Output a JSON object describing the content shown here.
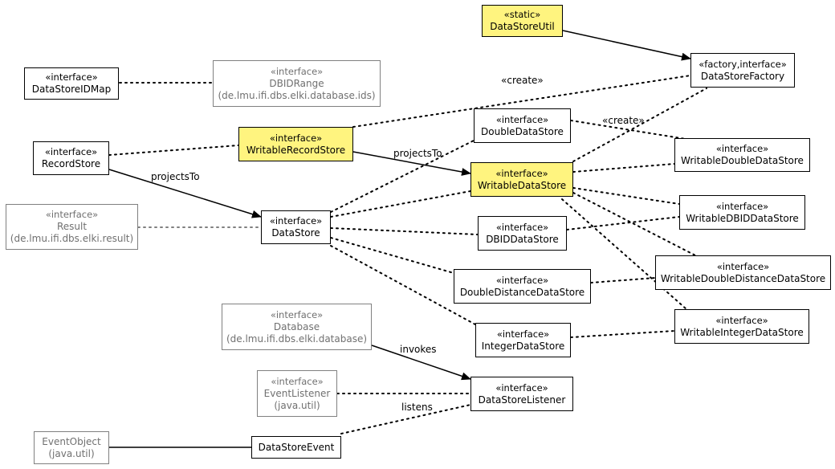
{
  "nodes": {
    "DataStoreUtil": {
      "stereo": "«static»",
      "name": "DataStoreUtil"
    },
    "DataStoreFactory": {
      "stereo": "«factory,interface»",
      "name": "DataStoreFactory"
    },
    "DataStoreIDMap": {
      "stereo": "«interface»",
      "name": "DataStoreIDMap"
    },
    "DBIDRange": {
      "stereo": "«interface»",
      "name": "DBIDRange",
      "pkg": "(de.lmu.ifi.dbs.elki.database.ids)"
    },
    "RecordStore": {
      "stereo": "«interface»",
      "name": "RecordStore"
    },
    "WritableRecordStore": {
      "stereo": "«interface»",
      "name": "WritableRecordStore"
    },
    "DoubleDataStore": {
      "stereo": "«interface»",
      "name": "DoubleDataStore"
    },
    "WritableDoubleDataStore": {
      "stereo": "«interface»",
      "name": "WritableDoubleDataStore"
    },
    "WritableDataStore": {
      "stereo": "«interface»",
      "name": "WritableDataStore"
    },
    "WritableDBIDDataStore": {
      "stereo": "«interface»",
      "name": "WritableDBIDDataStore"
    },
    "Result": {
      "stereo": "«interface»",
      "name": "Result",
      "pkg": "(de.lmu.ifi.dbs.elki.result)"
    },
    "DataStore": {
      "stereo": "«interface»",
      "name": "DataStore"
    },
    "DBIDDataStore": {
      "stereo": "«interface»",
      "name": "DBIDDataStore"
    },
    "WritableDoubleDistanceDataStore": {
      "stereo": "«interface»",
      "name": "WritableDoubleDistanceDataStore"
    },
    "DoubleDistanceDataStore": {
      "stereo": "«interface»",
      "name": "DoubleDistanceDataStore"
    },
    "WritableIntegerDataStore": {
      "stereo": "«interface»",
      "name": "WritableIntegerDataStore"
    },
    "IntegerDataStore": {
      "stereo": "«interface»",
      "name": "IntegerDataStore"
    },
    "Database": {
      "stereo": "«interface»",
      "name": "Database",
      "pkg": "(de.lmu.ifi.dbs.elki.database)"
    },
    "DataStoreListener": {
      "stereo": "«interface»",
      "name": "DataStoreListener"
    },
    "EventListener": {
      "stereo": "«interface»",
      "name": "EventListener",
      "pkg": "(java.util)"
    },
    "EventObject": {
      "name": "EventObject",
      "pkg": "(java.util)"
    },
    "DataStoreEvent": {
      "name": "DataStoreEvent"
    }
  },
  "labels": {
    "create1": "«create»",
    "create2": "«create»",
    "projectsTo1": "projectsTo",
    "projectsTo2": "projectsTo",
    "invokes": "invokes",
    "listens": "listens"
  }
}
